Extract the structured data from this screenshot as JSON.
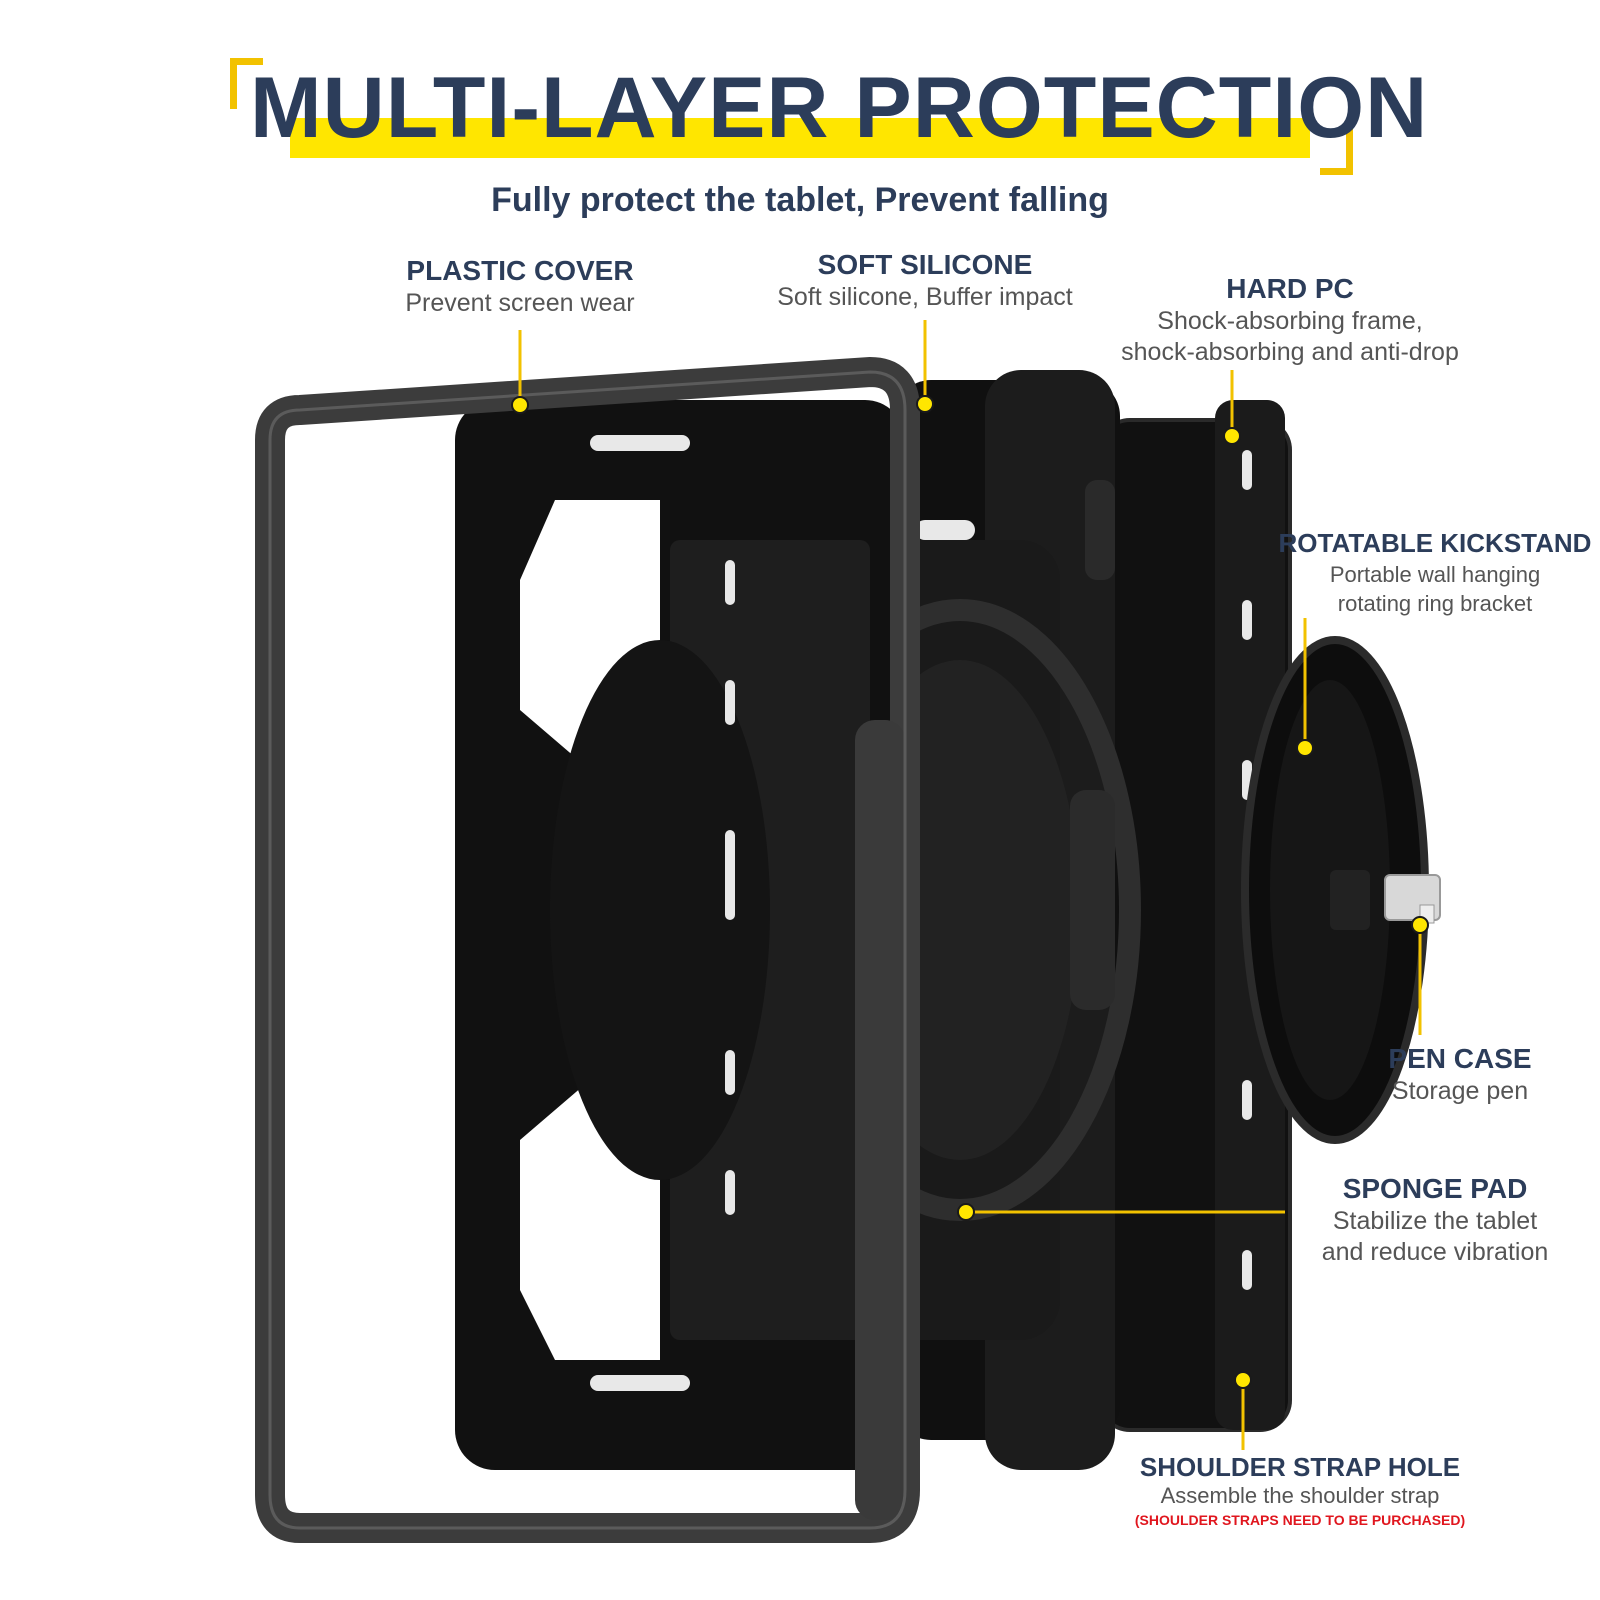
{
  "header": {
    "title": "MULTI-LAYER PROTECTION",
    "subtitle": "Fully protect the tablet, Prevent falling"
  },
  "colors": {
    "navy": "#2c3d5a",
    "yellow": "#ffe600",
    "gold": "#f2c200",
    "red": "#e0161e",
    "gray": "#555555",
    "case_dark": "#1a1a1a",
    "case_frame": "#3c3c3c"
  },
  "callouts": {
    "plastic_cover": {
      "title": "PLASTIC COVER",
      "desc": "Prevent screen wear"
    },
    "soft_silicone": {
      "title": "SOFT SILICONE",
      "desc": "Soft silicone, Buffer impact"
    },
    "hard_pc": {
      "title": "HARD PC",
      "desc_lines": [
        "Shock-absorbing frame,",
        "shock-absorbing and anti-drop"
      ]
    },
    "kickstand": {
      "title": "ROTATABLE KICKSTAND",
      "desc_lines": [
        "Portable wall hanging",
        "rotating ring bracket"
      ]
    },
    "pen_case": {
      "title": "PEN CASE",
      "desc": "Storage pen"
    },
    "sponge_pad": {
      "title": "SPONGE PAD",
      "desc_lines": [
        "Stabilize the tablet",
        "and reduce vibration"
      ]
    },
    "shoulder_strap": {
      "title": "SHOULDER STRAP HOLE",
      "desc": "Assemble the shoulder strap",
      "note": "(SHOULDER STRAPS NEED TO BE PURCHASED)"
    }
  },
  "icons": [
    "callout-dot-icon",
    "kickstand-ring-icon",
    "pen-holder-icon"
  ]
}
